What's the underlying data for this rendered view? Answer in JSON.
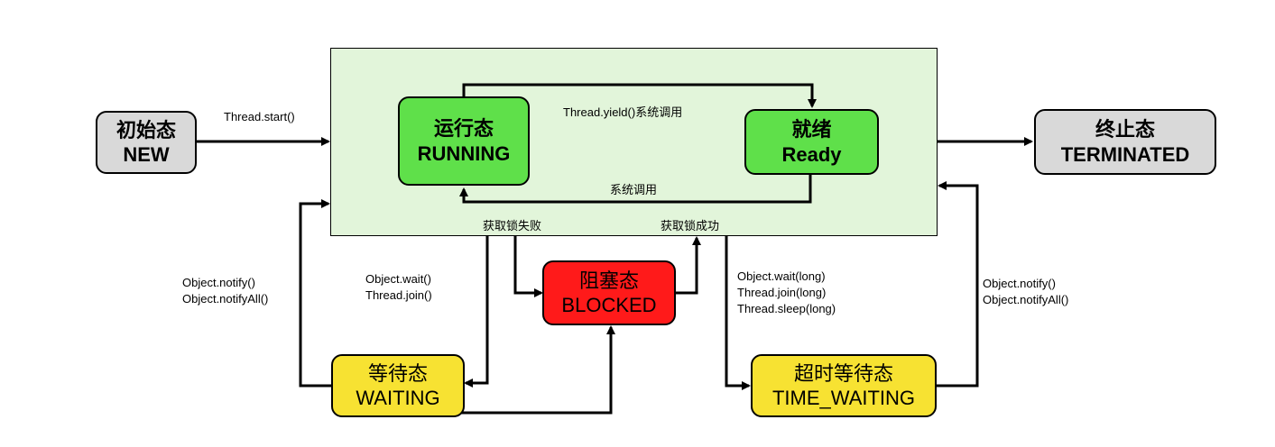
{
  "colors": {
    "gray": "#d9d9d9",
    "green": "#5fe04a",
    "red": "#ff1a1a",
    "yellow": "#f7e232",
    "zone": "#e2f5da"
  },
  "states": {
    "new": {
      "cn": "初始态",
      "en": "NEW"
    },
    "running": {
      "cn": "运行态",
      "en": "RUNNING"
    },
    "ready": {
      "cn": "就绪",
      "en": "Ready"
    },
    "terminated": {
      "cn": "终止态",
      "en": "TERMINATED"
    },
    "blocked": {
      "cn": "阻塞态",
      "en": "BLOCKED"
    },
    "waiting": {
      "cn": "等待态",
      "en": "WAITING"
    },
    "time_waiting": {
      "cn": "超时等待态",
      "en": "TIME_WAITING"
    }
  },
  "transitions": {
    "start": "Thread.start()",
    "yield": "Thread.yield()系统调用",
    "system_call": "系统调用",
    "lock_fail": "获取锁失败",
    "lock_success": "获取锁成功",
    "wait_join": [
      "Object.wait()",
      "Thread.join()"
    ],
    "notify_left": [
      "Object.notify()",
      "Object.notifyAll()"
    ],
    "timed": [
      "Object.wait(long)",
      "Thread.join(long)",
      "Thread.sleep(long)"
    ],
    "notify_right": [
      "Object.notify()",
      "Object.notifyAll()"
    ]
  }
}
